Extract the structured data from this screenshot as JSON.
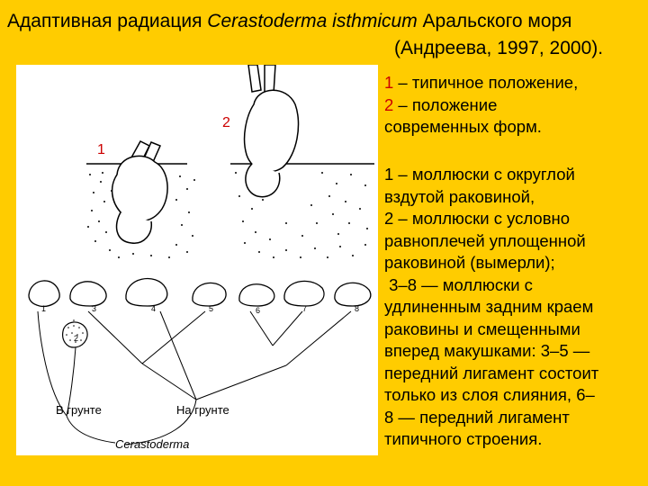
{
  "title": {
    "part1": "Адаптивная радиация ",
    "species": "Cerastoderma isthmicum",
    "part2": " Аральского моря",
    "line2": "(Андреева, 1997, 2000)."
  },
  "top_figure": {
    "label_1": "1",
    "label_2": "2"
  },
  "legend": {
    "item1_num": "1",
    "item1_text": " – типичное положение,",
    "item2_num": "2",
    "item2_text": " – положение",
    "item2_cont": "современных форм."
  },
  "description": {
    "lines": [
      "1 – моллюски с округлой",
      "вздутой раковиной,",
      "2 – моллюски с условно",
      "равноплечей уплощенной",
      "раковиной (вымерли);",
      " 3–8 — моллюски с",
      "удлиненным задним краем",
      "раковины и смещенными",
      "вперед макушками: 3–5 —",
      "передний лигамент состоит",
      "только из слоя слияния, 6–",
      "8 — передний лигамент",
      "типичного строения."
    ]
  },
  "tree": {
    "shell_numbers": [
      "1",
      "2",
      "3",
      "4",
      "5",
      "6",
      "7",
      "8"
    ],
    "label_in_ground": "В грунте",
    "label_on_ground": "На грунте",
    "root_label": "Cerastoderma"
  },
  "colors": {
    "background": "#FFCC00",
    "panel": "#FFFFFF",
    "accent_red": "#CC0000"
  }
}
